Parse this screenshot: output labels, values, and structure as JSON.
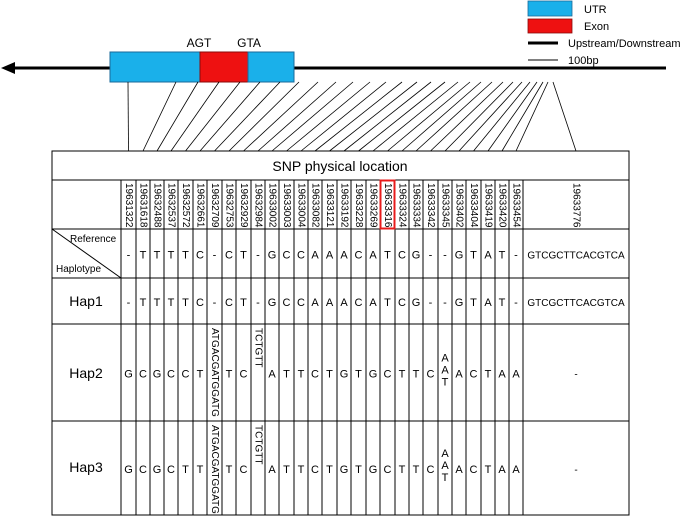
{
  "legend": {
    "utr_label": "UTR",
    "exon_label": "Exon",
    "upstream_label": "Upstream/Downstream",
    "scale_label": "100bp",
    "utr_color": "#1ab0ea",
    "exon_color": "#ee1111"
  },
  "gene_model": {
    "start_codon": "AGT",
    "stop_codon": "GTA"
  },
  "table": {
    "title": "SNP physical location",
    "reference_label": "Reference",
    "haplotype_label": "Haplotype",
    "highlight_color": "#e81c1c",
    "highlight_position": "19633316",
    "positions": [
      "19631322",
      "19631618",
      "19632488",
      "19632537",
      "19632572",
      "19632661",
      "19632709",
      "19632753",
      "19632929",
      "19632984",
      "19633002",
      "19633003",
      "19633004",
      "19633082",
      "19633121",
      "19633192",
      "19633228",
      "19633269",
      "19633316",
      "19633324",
      "19633334",
      "19633342",
      "19633345",
      "19633402",
      "19633404",
      "19633419",
      "19633420",
      "19633454",
      "19633776"
    ],
    "rows": [
      {
        "name": "",
        "cells": [
          "-",
          "T",
          "T",
          "T",
          "T",
          "C",
          "-",
          "C",
          "T",
          "-",
          "G",
          "C",
          "C",
          "A",
          "A",
          "A",
          "C",
          "A",
          "T",
          "C",
          "G",
          "-",
          "-",
          "G",
          "T",
          "A",
          "T",
          "-",
          "GTCGCTTCACGTCA"
        ]
      },
      {
        "name": "Hap1",
        "cells": [
          "-",
          "T",
          "T",
          "T",
          "T",
          "C",
          "-",
          "C",
          "T",
          "-",
          "G",
          "C",
          "C",
          "A",
          "A",
          "A",
          "C",
          "A",
          "T",
          "C",
          "G",
          "-",
          "-",
          "G",
          "T",
          "A",
          "T",
          "-",
          "GTCGCTTCACGTCA"
        ]
      },
      {
        "name": "Hap2",
        "cells": [
          "G",
          "C",
          "G",
          "C",
          "C",
          "T",
          "ATGACGATGGATG",
          "T",
          "C",
          "TCTGTT",
          "A",
          "T",
          "T",
          "C",
          "T",
          "G",
          "T",
          "G",
          "C",
          "T",
          "T",
          "C",
          "AAT",
          "A",
          "C",
          "T",
          "A",
          "A",
          "-"
        ]
      },
      {
        "name": "Hap3",
        "cells": [
          "G",
          "C",
          "G",
          "C",
          "T",
          "T",
          "ATGACGATGGATG",
          "T",
          "C",
          "TCTGTT",
          "A",
          "T",
          "T",
          "C",
          "T",
          "G",
          "T",
          "G",
          "C",
          "T",
          "T",
          "C",
          "AAT",
          "A",
          "C",
          "T",
          "A",
          "A",
          "-"
        ]
      }
    ]
  }
}
